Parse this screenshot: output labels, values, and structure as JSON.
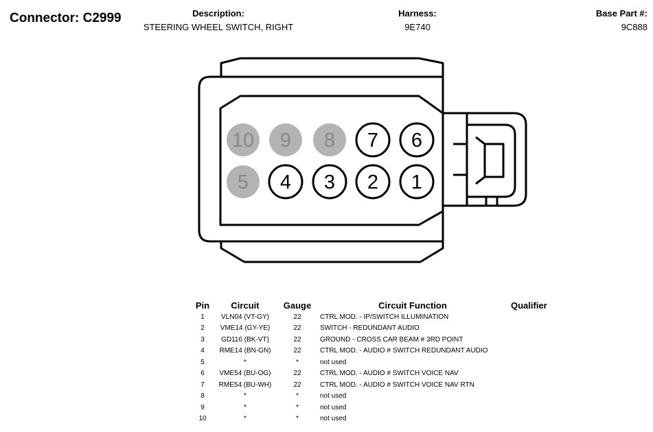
{
  "header": {
    "connector_label": "Connector: C2999",
    "description_label": "Description:",
    "description_value": "STEERING WHEEL SWITCH, RIGHT",
    "harness_label": "Harness:",
    "harness_value": "9E740",
    "base_part_label": "Base Part #:",
    "base_part_value": "9C888"
  },
  "connector": {
    "pins_top": [
      {
        "label": "10",
        "used": false
      },
      {
        "label": "9",
        "used": false
      },
      {
        "label": "8",
        "used": false
      },
      {
        "label": "7",
        "used": true
      },
      {
        "label": "6",
        "used": true
      }
    ],
    "pins_bottom": [
      {
        "label": "5",
        "used": false
      },
      {
        "label": "4",
        "used": true
      },
      {
        "label": "3",
        "used": true
      },
      {
        "label": "2",
        "used": true
      },
      {
        "label": "1",
        "used": true
      }
    ],
    "unused_color": "#b3b3b3"
  },
  "table": {
    "headers": {
      "pin": "Pin",
      "circuit": "Circuit",
      "gauge": "Gauge",
      "function": "Circuit Function",
      "qualifier": "Qualifier"
    },
    "rows": [
      {
        "pin": "1",
        "circuit": "VLN04 (VT-GY)",
        "gauge": "22",
        "function": "CTRL MOD. - IP/SWITCH ILLUMINATION",
        "qualifier": ""
      },
      {
        "pin": "2",
        "circuit": "VME14 (GY-YE)",
        "gauge": "22",
        "function": "SWITCH - REDUNDANT AUDIO",
        "qualifier": ""
      },
      {
        "pin": "3",
        "circuit": "GD116 (BK-VT)",
        "gauge": "22",
        "function": "GROUND - CROSS CAR BEAM # 3RD POINT",
        "qualifier": ""
      },
      {
        "pin": "4",
        "circuit": "RME14 (BN-GN)",
        "gauge": "22",
        "function": "CTRL MOD. - AUDIO # SWITCH REDUNDANT AUDIO",
        "qualifier": ""
      },
      {
        "pin": "5",
        "circuit": "*",
        "gauge": "*",
        "function": "not used",
        "qualifier": ""
      },
      {
        "pin": "6",
        "circuit": "VME54 (BU-OG)",
        "gauge": "22",
        "function": "CTRL MOD. - AUDIO # SWITCH VOICE NAV",
        "qualifier": ""
      },
      {
        "pin": "7",
        "circuit": "RME54 (BU-WH)",
        "gauge": "22",
        "function": "CTRL MOD. - AUDIO # SWITCH VOICE NAV RTN",
        "qualifier": ""
      },
      {
        "pin": "8",
        "circuit": "*",
        "gauge": "*",
        "function": "not used",
        "qualifier": ""
      },
      {
        "pin": "9",
        "circuit": "*",
        "gauge": "*",
        "function": "not used",
        "qualifier": ""
      },
      {
        "pin": "10",
        "circuit": "*",
        "gauge": "*",
        "function": "not used",
        "qualifier": ""
      }
    ]
  }
}
